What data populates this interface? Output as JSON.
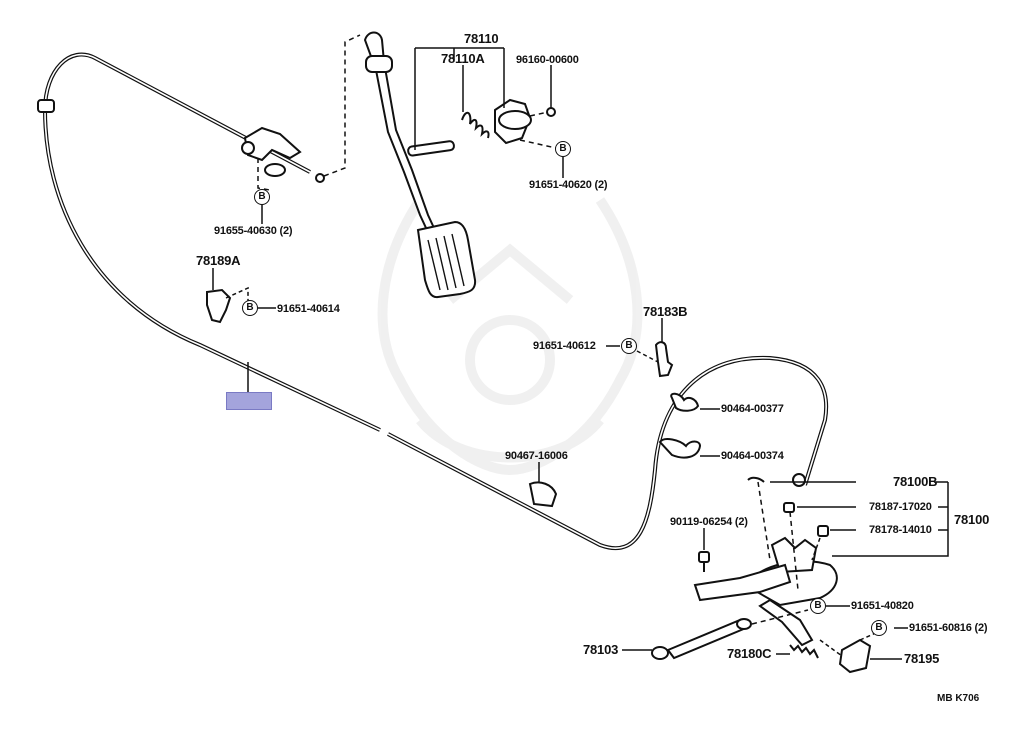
{
  "diagram": {
    "title": "Accelerator pedal and cable assembly",
    "drawing_code": "MB  K706",
    "bolt_symbol": "B",
    "highlight_color": "#a4a4dc",
    "parts": {
      "p78110": "78110",
      "p78110A": "78110A",
      "p96160": "96160-00600",
      "p91651_40620": "91651-40620 (2)",
      "p91655_40630": "91655-40630 (2)",
      "p78189A": "78189A",
      "p91651_40614": "91651-40614",
      "p78183B": "78183B",
      "p91651_40612": "91651-40612",
      "p90464_00377": "90464-00377",
      "p90464_00374": "90464-00374",
      "p90467_16006": "90467-16006",
      "p78100B": "78100B",
      "p78187_17020": "78187-17020",
      "p78178_14010": "78178-14010",
      "p78100": "78100",
      "p90119_06254": "90119-06254 (2)",
      "p91651_40820": "91651-40820",
      "p91651_60816": "91651-60816 (2)",
      "p78103": "78103",
      "p78180C": "78180C",
      "p78195": "78195"
    }
  }
}
